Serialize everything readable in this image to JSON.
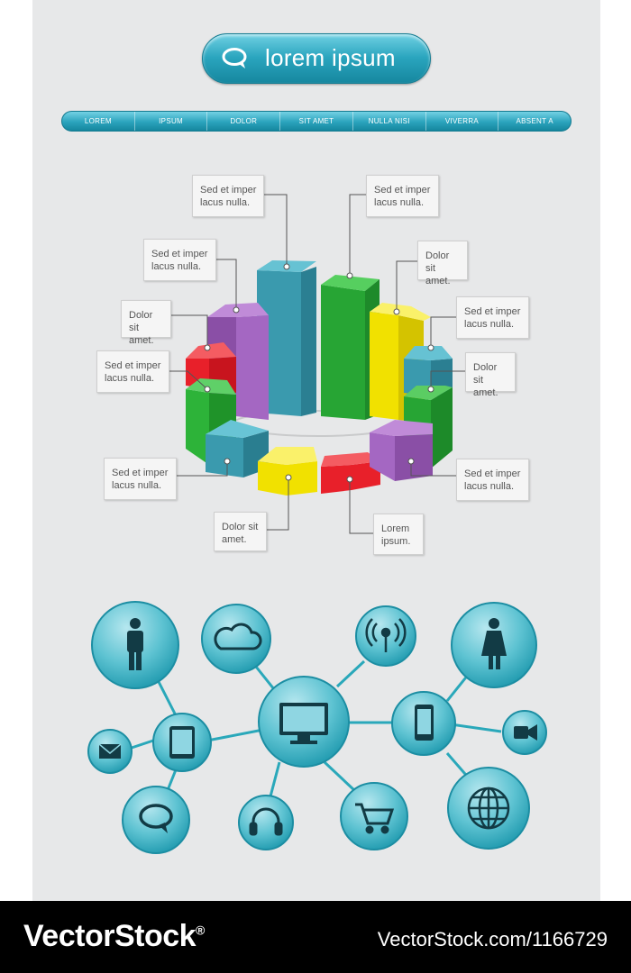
{
  "header": {
    "search_label": "lorem ipsum",
    "search_icon": "speech-bubble-icon"
  },
  "nav": {
    "items": [
      "LOREM",
      "IPSUM",
      "DOLOR",
      "SIT AMET",
      "NULLA NISI",
      "VIVERRA",
      "ABSENT A"
    ]
  },
  "chart": {
    "callouts": [
      {
        "line1": "Sed et imper",
        "line2": "lacus nulla."
      },
      {
        "line1": "Sed et imper",
        "line2": "lacus nulla."
      },
      {
        "line1": "Sed et imper",
        "line2": "lacus nulla."
      },
      {
        "line1": "Dolor sit",
        "line2": "amet."
      },
      {
        "line1": "Dolor sit",
        "line2": "amet."
      },
      {
        "line1": "Sed et imper",
        "line2": "lacus nulla."
      },
      {
        "line1": "Sed et imper",
        "line2": "lacus nulla."
      },
      {
        "line1": "Dolor sit",
        "line2": "amet."
      },
      {
        "line1": "Sed et imper",
        "line2": "lacus nulla."
      },
      {
        "line1": "Sed et imper",
        "line2": "lacus nulla."
      },
      {
        "line1": "Dolor sit",
        "line2": "amet."
      },
      {
        "line1": "Lorem",
        "line2": "ipsum."
      }
    ],
    "colors": {
      "teal": "#3aa0b3",
      "green": "#2db339",
      "yellow": "#f2e400",
      "purple": "#9a5bb4",
      "red": "#e8202a"
    }
  },
  "network": {
    "accent": "#21a4b7",
    "nodes": [
      {
        "icon": "man-icon"
      },
      {
        "icon": "cloud-icon"
      },
      {
        "icon": "wireless-antenna-icon"
      },
      {
        "icon": "woman-icon"
      },
      {
        "icon": "envelope-icon"
      },
      {
        "icon": "tablet-icon"
      },
      {
        "icon": "monitor-icon"
      },
      {
        "icon": "smartphone-icon"
      },
      {
        "icon": "video-camera-icon"
      },
      {
        "icon": "chat-bubble-icon"
      },
      {
        "icon": "headphones-icon"
      },
      {
        "icon": "shopping-cart-icon"
      },
      {
        "icon": "globe-icon"
      }
    ]
  },
  "footer": {
    "brand": "VectorStock",
    "brand_mark": "®",
    "image_ref": "VectorStock.com/1166729"
  }
}
